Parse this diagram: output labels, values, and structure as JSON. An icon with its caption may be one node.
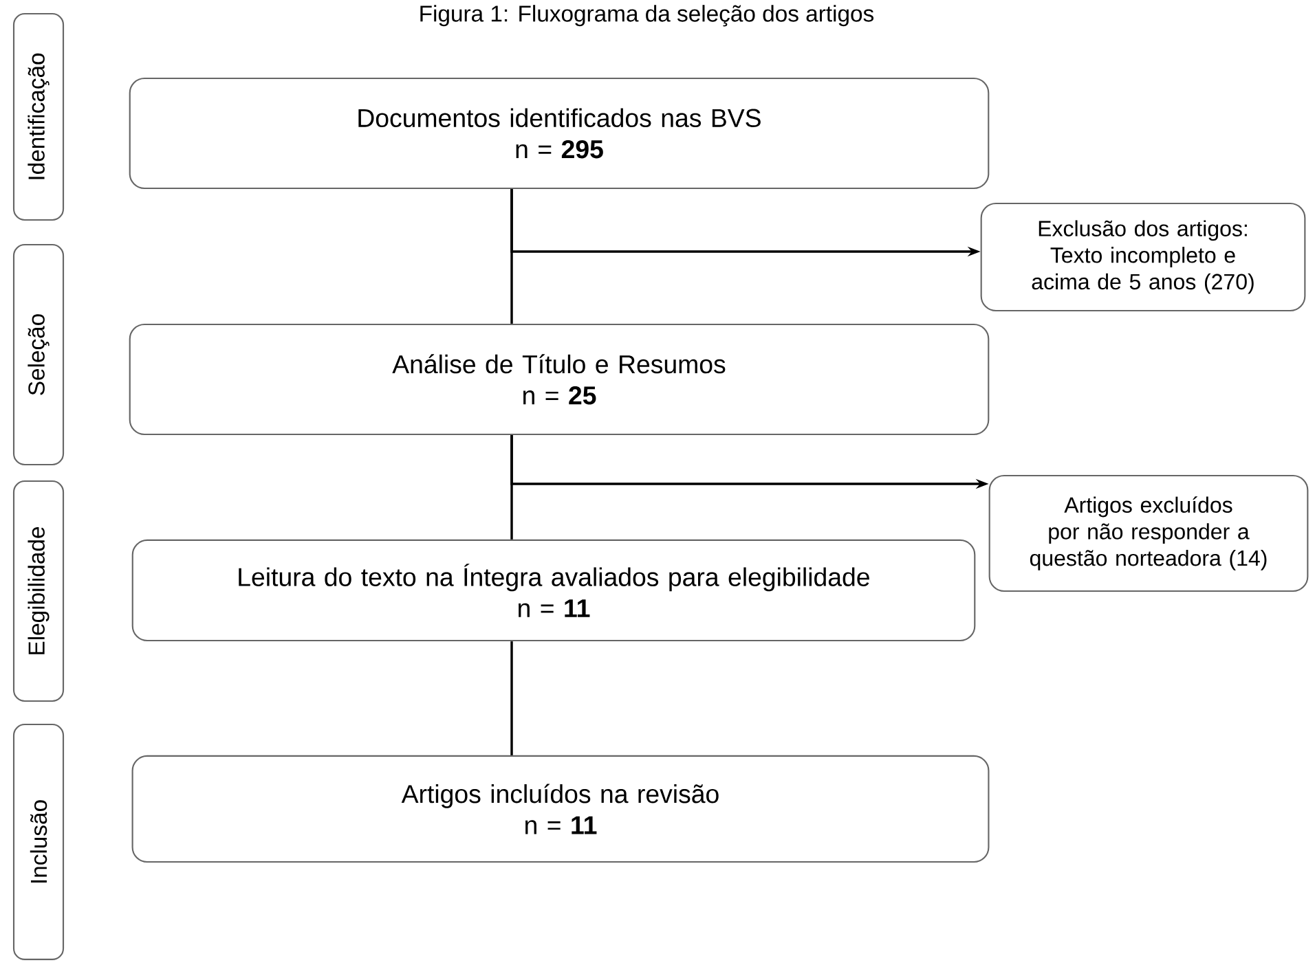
{
  "diagram": {
    "title": "Figura 1: Fluxograma da seleção dos artigos",
    "nodes": [
      {
        "text": [
          "Identificação"
        ]
      },
      {
        "text": [
          "Seleção"
        ]
      },
      {
        "text": [
          "Elegibilidade"
        ]
      },
      {
        "text": [
          "Inclusão"
        ]
      },
      {
        "text": [
          "Documentos identificados nas BVS",
          "n = **295**"
        ]
      },
      {
        "text": [
          "Exclusão dos artigos: Texto incompleto e acima de 5 anos (270)"
        ]
      },
      {
        "text": [
          "Análise de Título e Resumos",
          "n = **25**"
        ]
      },
      {
        "text": [
          "Artigos excluídos por não responder a questão norteadora (14)"
        ]
      },
      {
        "text": [
          "Leitura do texto na Íntegra avaliados para elegibilidade",
          "n = **11**"
        ]
      },
      {
        "text": [
          "Artigos incluídos na revisão",
          "n = **11**"
        ]
      }
    ],
    "edges": [
      {
        "from": 4,
        "to": 6,
        "arrow": "none"
      },
      {
        "from": 4,
        "to": 5,
        "arrow": "to"
      },
      {
        "from": 6,
        "to": 7,
        "arrow": "to"
      },
      {
        "from": 6,
        "to": 8,
        "arrow": "none"
      },
      {
        "from": 8,
        "to": 9,
        "arrow": "none"
      }
    ]
  }
}
